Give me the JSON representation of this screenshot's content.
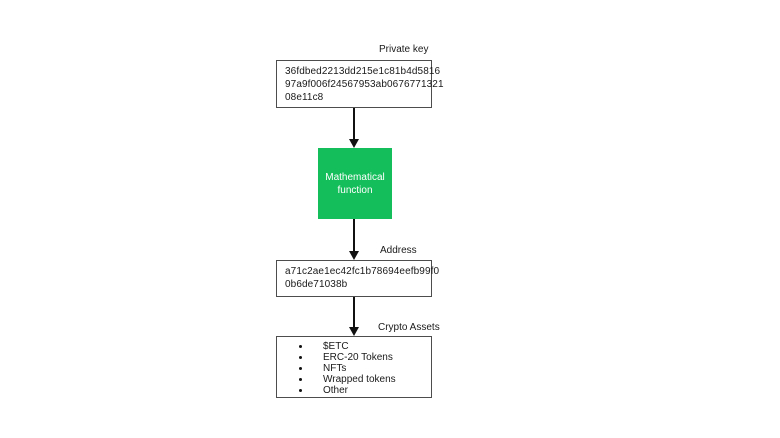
{
  "colors": {
    "accent_green": "#14BE5A",
    "box_border": "#4d4d4d",
    "text": "#1a1a1a"
  },
  "nodes": {
    "private_key": {
      "label": "Private key",
      "lines": {
        "0": "36fdbed2213dd215e1c81b4d5816",
        "1": "97a9f006f24567953ab0676771321",
        "2": "08e11c8"
      }
    },
    "function": {
      "label": "Mathematical function"
    },
    "address": {
      "label": "Address",
      "lines": {
        "0": "a71c2ae1ec42fc1b78694eefb99f0",
        "1": "0b6de71038b"
      }
    },
    "assets": {
      "label": "Crypto Assets",
      "items": {
        "0": "$ETC",
        "1": "ERC-20 Tokens",
        "2": "NFTs",
        "3": "Wrapped tokens",
        "4": "Other"
      }
    }
  }
}
